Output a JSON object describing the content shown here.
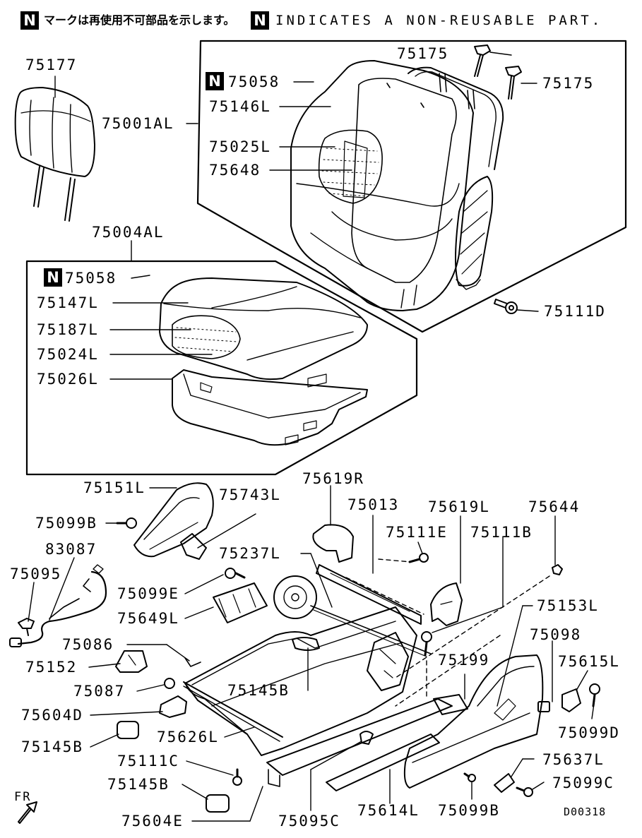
{
  "header": {
    "badge": "N",
    "note_jp": "マークは再使用不可部品を示します。",
    "note_en": "INDICATES A NON-REUSABLE PART."
  },
  "parts": {
    "p75177": "75177",
    "p75001AL": "75001AL",
    "p75058_back": "75058",
    "p75146L": "75146L",
    "p75025L": "75025L",
    "p75648": "75648",
    "p75175_a": "75175",
    "p75175_b": "75175",
    "p75111D": "75111D",
    "p75004AL": "75004AL",
    "p75058_cush": "75058",
    "p75147L": "75147L",
    "p75187L": "75187L",
    "p75024L": "75024L",
    "p75026L": "75026L",
    "p75151L": "75151L",
    "p75743L": "75743L",
    "p75099B_top": "75099B",
    "p83087": "83087",
    "p75095": "75095",
    "p75099E": "75099E",
    "p75649L": "75649L",
    "p75086": "75086",
    "p75152": "75152",
    "p75087": "75087",
    "p75604D": "75604D",
    "p75145B_left": "75145B",
    "p75626L": "75626L",
    "p75111C": "75111C",
    "p75145B_low": "75145B",
    "p75604E": "75604E",
    "p75619R": "75619R",
    "p75013": "75013",
    "p75237L": "75237L",
    "p75111E": "75111E",
    "p75619L": "75619L",
    "p75111B": "75111B",
    "p75644": "75644",
    "p75145B_mid": "75145B",
    "p75153L": "75153L",
    "p75098": "75098",
    "p75199": "75199",
    "p75615L": "75615L",
    "p75099D": "75099D",
    "p75637L": "75637L",
    "p75099C": "75099C",
    "p75095C": "75095C",
    "p75614L": "75614L",
    "p75099B_bot": "75099B"
  },
  "footer": {
    "fr": "FR",
    "diagram_code": "D00318"
  }
}
